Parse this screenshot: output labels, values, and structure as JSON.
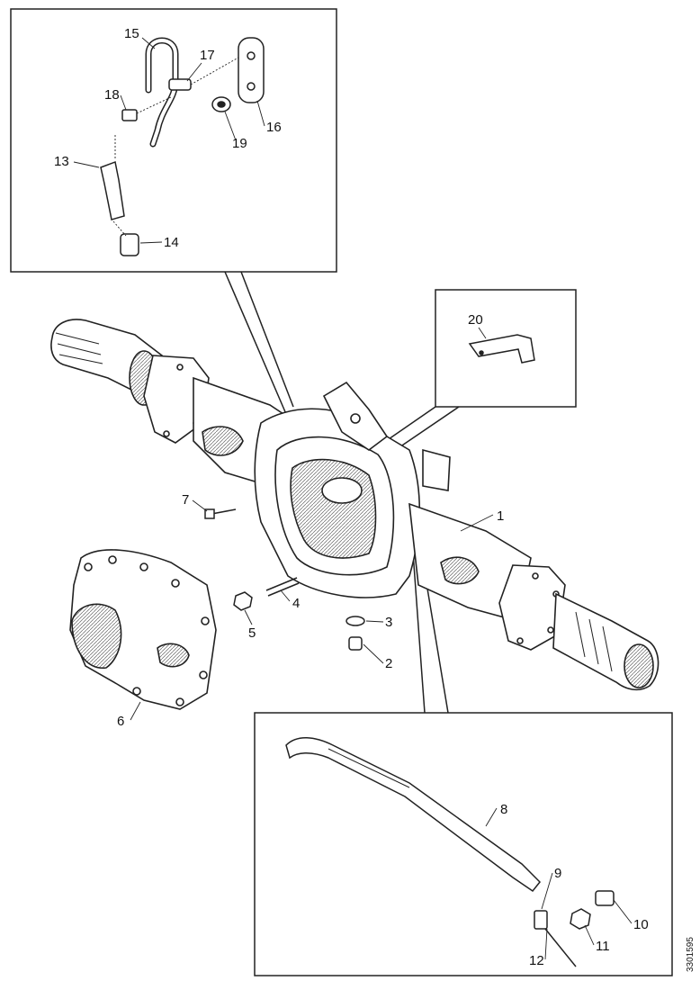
{
  "figure": {
    "document_id": "3301595",
    "callouts": [
      "1",
      "2",
      "3",
      "4",
      "5",
      "6",
      "7",
      "8",
      "9",
      "10",
      "11",
      "12",
      "13",
      "14",
      "15",
      "16",
      "17",
      "18",
      "19",
      "20"
    ]
  },
  "insets": {
    "top_left": {
      "callouts": [
        "13",
        "14",
        "15",
        "16",
        "17",
        "18",
        "19"
      ]
    },
    "top_right": {
      "callouts": [
        "20"
      ]
    },
    "bottom_right": {
      "callouts": [
        "8",
        "9",
        "10",
        "11",
        "12"
      ]
    }
  },
  "colors": {
    "line": "#222222",
    "background": "#ffffff",
    "shade": "#888888"
  }
}
